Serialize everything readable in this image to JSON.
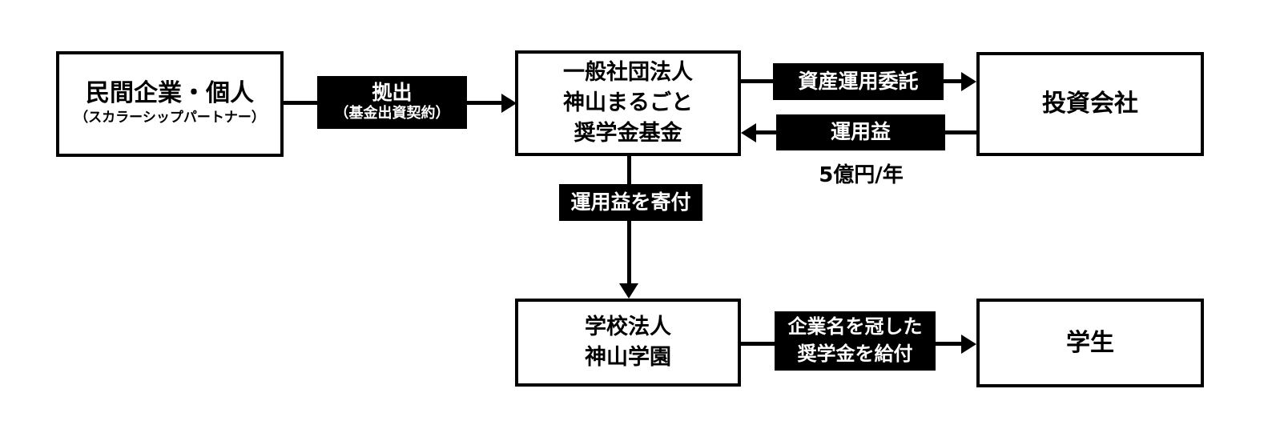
{
  "colors": {
    "background": "#ffffff",
    "line": "#000000",
    "label_background": "#000000",
    "label_text": "#ffffff"
  },
  "nodes": {
    "private": {
      "title": "民間企業・個人",
      "subtitle": "（スカラーシップパートナー）"
    },
    "fund": {
      "line1": "一般社団法人",
      "line2": "神山まるごと",
      "line3": "奨学金基金"
    },
    "investment": {
      "title": "投資会社"
    },
    "school": {
      "line1": "学校法人",
      "line2": "神山学園"
    },
    "students": {
      "title": "学生"
    }
  },
  "edges": {
    "contribution": {
      "main": "拠出",
      "sub": "（基金出資契約）"
    },
    "asset_management": {
      "label": "資産運用委託"
    },
    "returns": {
      "label": "運用益",
      "annotation": "5億円/年"
    },
    "donate": {
      "label": "運用益を寄付"
    },
    "scholarship": {
      "line1": "企業名を冠した",
      "line2": "奨学金を給付"
    }
  }
}
